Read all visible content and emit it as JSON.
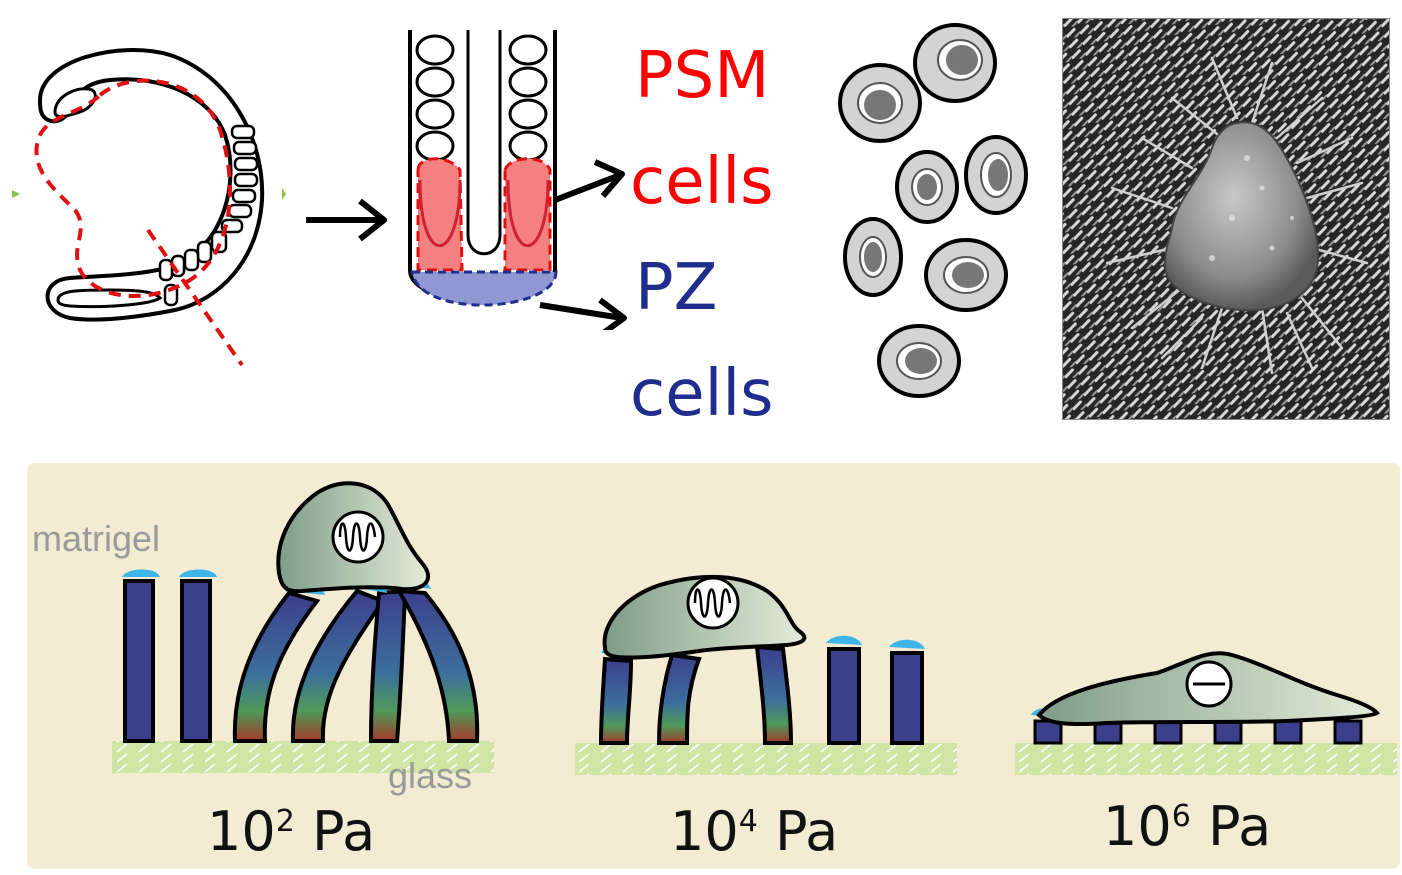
{
  "labels": {
    "psm": "PSM",
    "psm_cells": "cells",
    "pz": "PZ",
    "pz_cells": "cells",
    "matrigel": "matrigel",
    "glass": "glass"
  },
  "stiffness": [
    {
      "base": "10",
      "exp": "2",
      "unit": "Pa"
    },
    {
      "base": "10",
      "exp": "4",
      "unit": "Pa"
    },
    {
      "base": "10",
      "exp": "6",
      "unit": "Pa"
    }
  ],
  "colors": {
    "psm_red": "#ff0000",
    "pz_blue": "#1f2d8c",
    "pillar": "#3c3f8c",
    "matrigel_cap": "#3fb6e8",
    "glass": "#cfe5a6",
    "panel": "#f3ecd2",
    "cell_fill": "#9fb7a6"
  }
}
